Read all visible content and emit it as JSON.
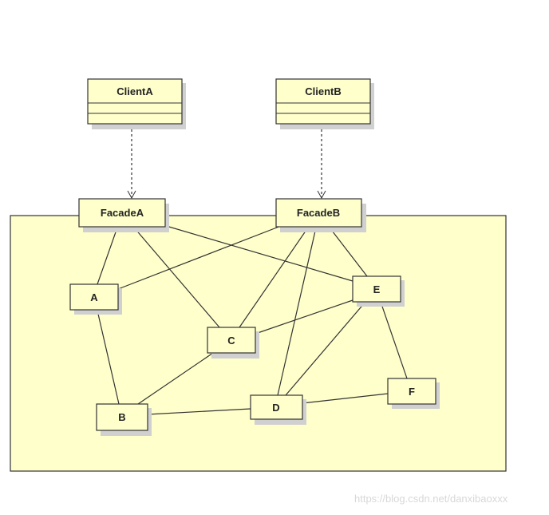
{
  "diagram": {
    "colors": {
      "fill": "#ffffcc",
      "stroke": "#333333",
      "shadow": "#c8c8c8"
    },
    "clients": [
      {
        "id": "clientA",
        "label": "ClientA"
      },
      {
        "id": "clientB",
        "label": "ClientB"
      }
    ],
    "facades": [
      {
        "id": "facadeA",
        "label": "FacadeA"
      },
      {
        "id": "facadeB",
        "label": "FacadeB"
      }
    ],
    "subsystems": [
      {
        "id": "A",
        "label": "A"
      },
      {
        "id": "B",
        "label": "B"
      },
      {
        "id": "C",
        "label": "C"
      },
      {
        "id": "D",
        "label": "D"
      },
      {
        "id": "E",
        "label": "E"
      },
      {
        "id": "F",
        "label": "F"
      }
    ],
    "dependencies": [
      {
        "from": "clientA",
        "to": "facadeA"
      },
      {
        "from": "clientB",
        "to": "facadeB"
      }
    ],
    "associations": [
      {
        "from": "facadeA",
        "to": "A"
      },
      {
        "from": "facadeA",
        "to": "C"
      },
      {
        "from": "facadeA",
        "to": "E"
      },
      {
        "from": "facadeB",
        "to": "A"
      },
      {
        "from": "facadeB",
        "to": "C"
      },
      {
        "from": "facadeB",
        "to": "D"
      },
      {
        "from": "facadeB",
        "to": "E"
      },
      {
        "from": "A",
        "to": "B"
      },
      {
        "from": "B",
        "to": "C"
      },
      {
        "from": "B",
        "to": "D"
      },
      {
        "from": "C",
        "to": "E"
      },
      {
        "from": "D",
        "to": "E"
      },
      {
        "from": "D",
        "to": "F"
      },
      {
        "from": "E",
        "to": "F"
      }
    ]
  },
  "watermark": "https://blog.csdn.net/danxibaoxxx"
}
